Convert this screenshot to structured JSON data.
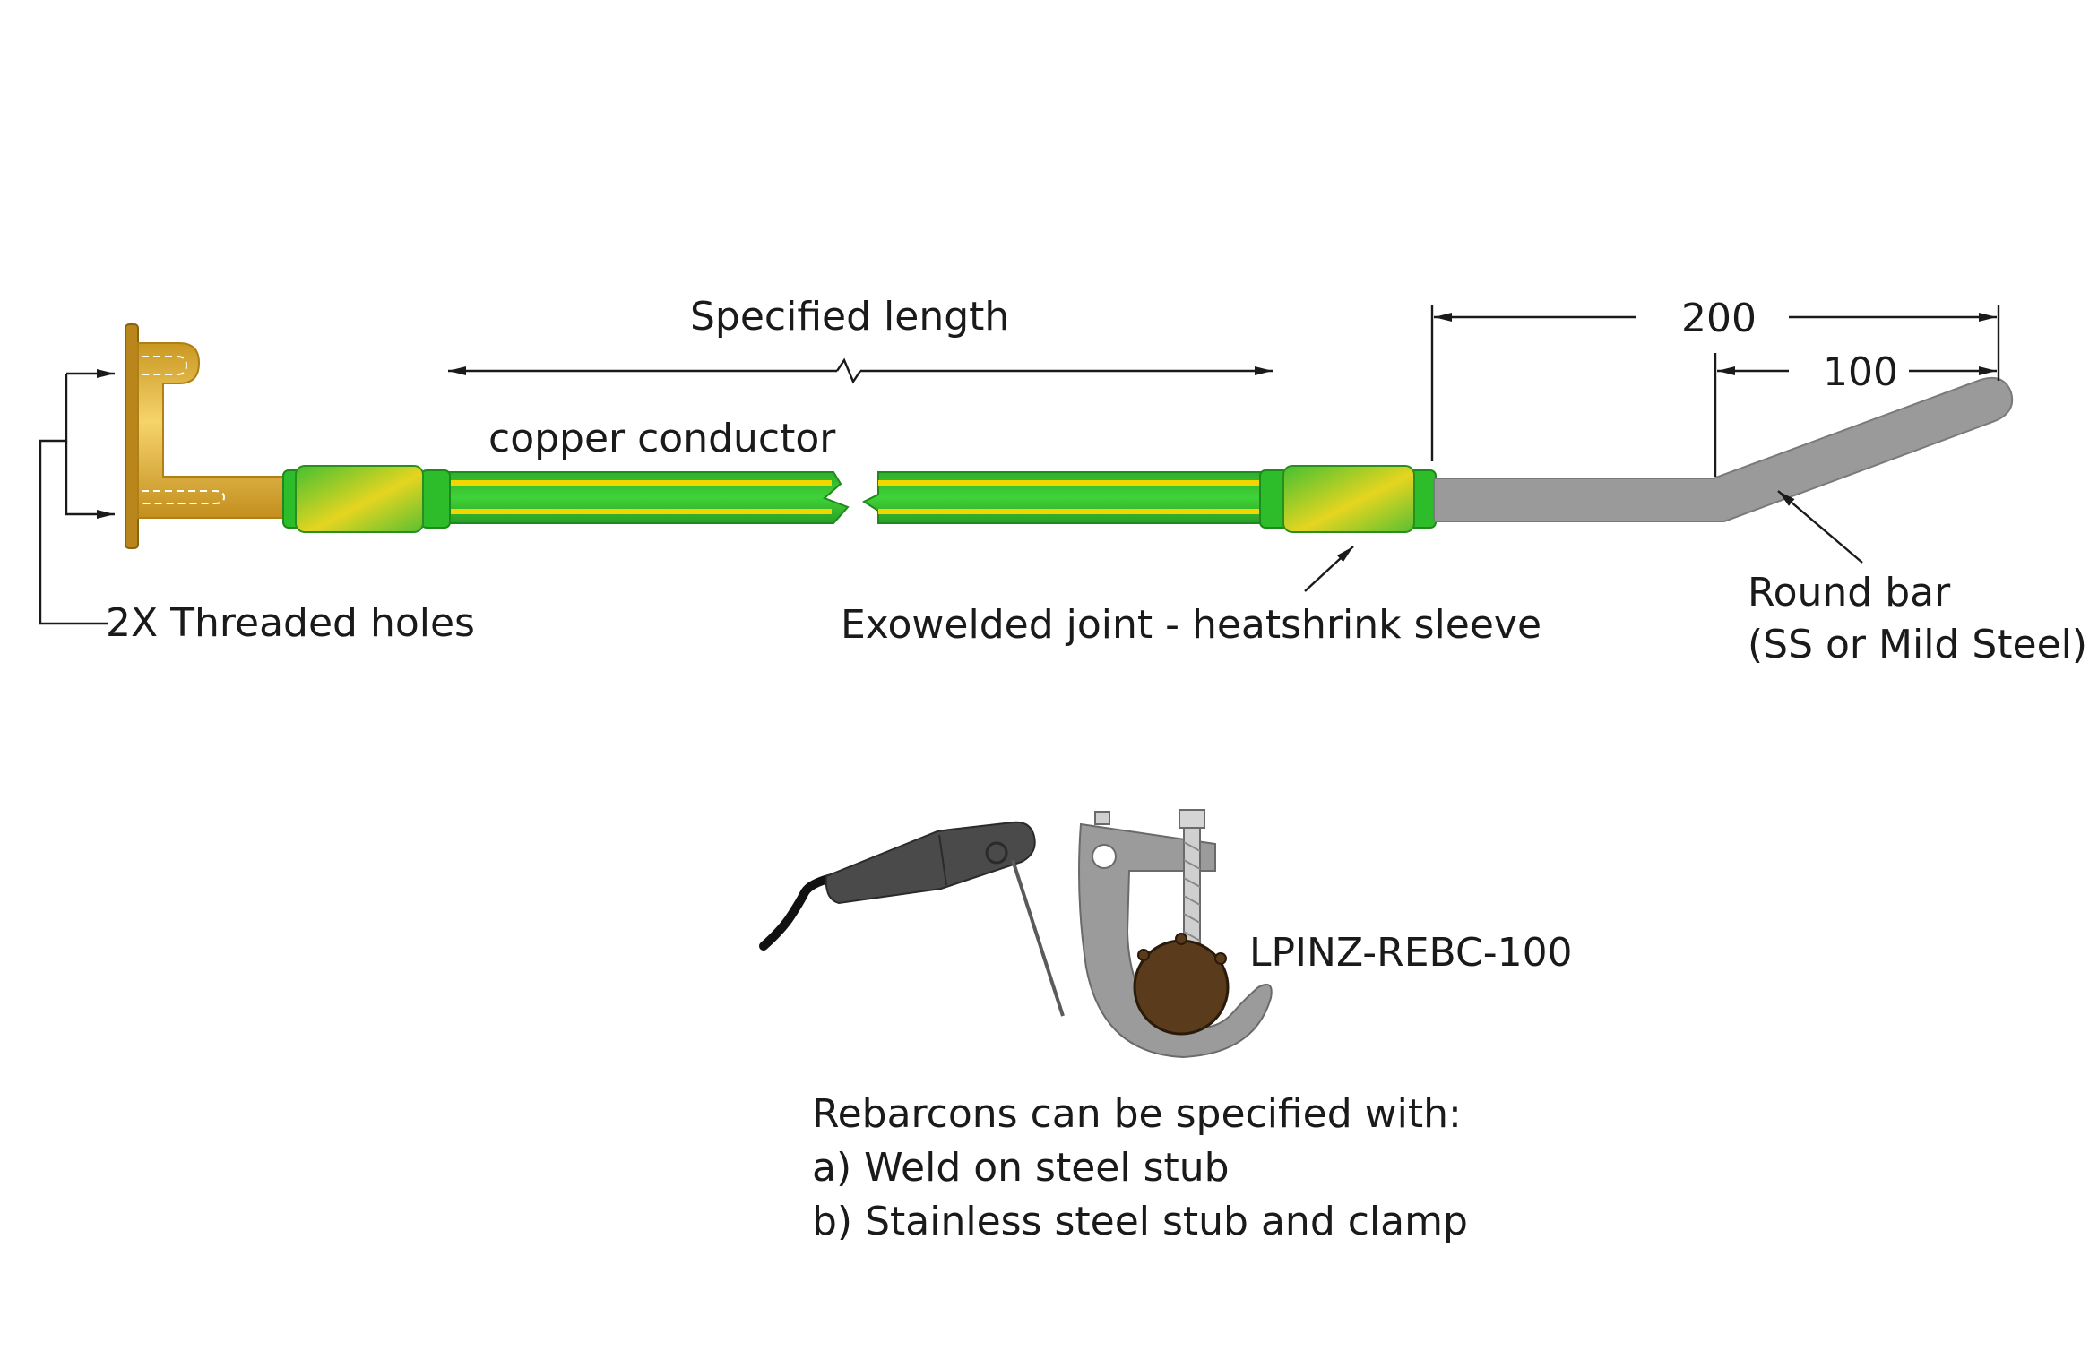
{
  "labels": {
    "specified_length": "Specified length",
    "copper_conductor": "copper conductor",
    "threaded_holes": "2X Threaded holes",
    "joint": "Exowelded joint - heatshrink sleeve",
    "dim_200": "200",
    "dim_100": "100",
    "round_bar_line1": "Round bar",
    "round_bar_line2": "(SS or Mild Steel)",
    "part_number": "LPINZ-REBC-100",
    "note_line1": "Rebarcons can be specified with:",
    "note_line2": "a) Weld on steel stub",
    "note_line3": "b) Stainless steel stub and  clamp"
  },
  "colors": {
    "cable_green": "#35c52f",
    "cable_yellow": "#f2d600",
    "sleeve_green": "#2ebd2a",
    "brass": "#e7b640",
    "steel_bar": "#9a9a9a",
    "clamp_grey": "#9b9b9b",
    "welder_dark": "#4a4a4a",
    "rebar_brown": "#5a3b1c"
  }
}
